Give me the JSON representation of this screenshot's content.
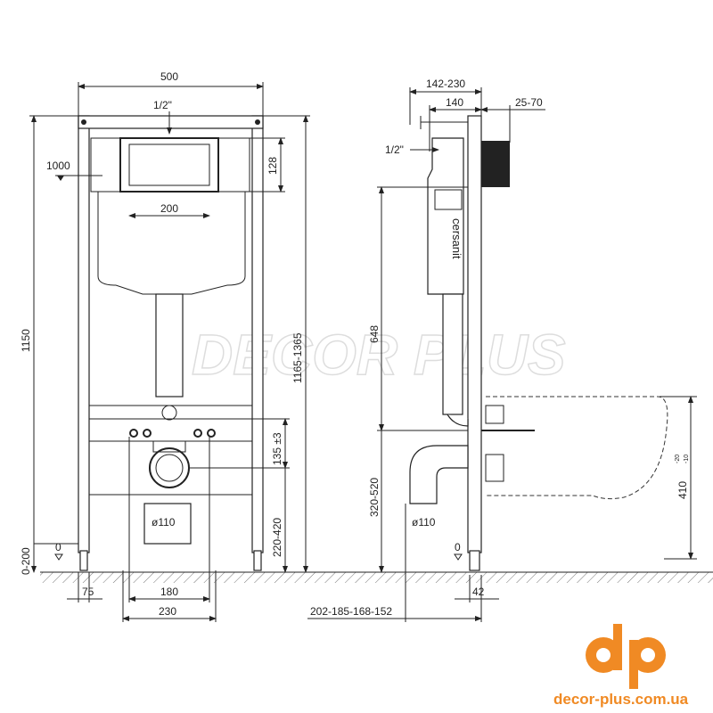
{
  "front_view": {
    "width": "500",
    "inlet": "1/2\"",
    "level_1000": "1000",
    "plate_height": "128",
    "plate_width": "200",
    "height": "1150",
    "adjust_height": "1165-1365",
    "bolt_spacing": "135 ±3",
    "outlet_height": "220-420",
    "drain_diameter": "ø110",
    "zero": "0",
    "leg_adjust": "0-200",
    "leg_width": "75",
    "bolt_distance": "180",
    "drain_width": "230"
  },
  "side_view": {
    "depth_range": "142-230",
    "depth": "140",
    "wall_range": "25-70",
    "inlet": "1/2\"",
    "button_height": "648",
    "outlet_height": "320-520",
    "drain_diameter": "ø110",
    "zero": "0",
    "leg_offset": "42",
    "drain_offsets": "202-185-168-152",
    "bowl_height": "410",
    "bowl_tol_plus": "-20",
    "bowl_tol_minus": "-10",
    "brand": "cersanit"
  },
  "watermark": "DECOR PLUS",
  "logo": {
    "mark": "dp",
    "url": "decor-plus.com.ua",
    "color": "#f08a24"
  }
}
